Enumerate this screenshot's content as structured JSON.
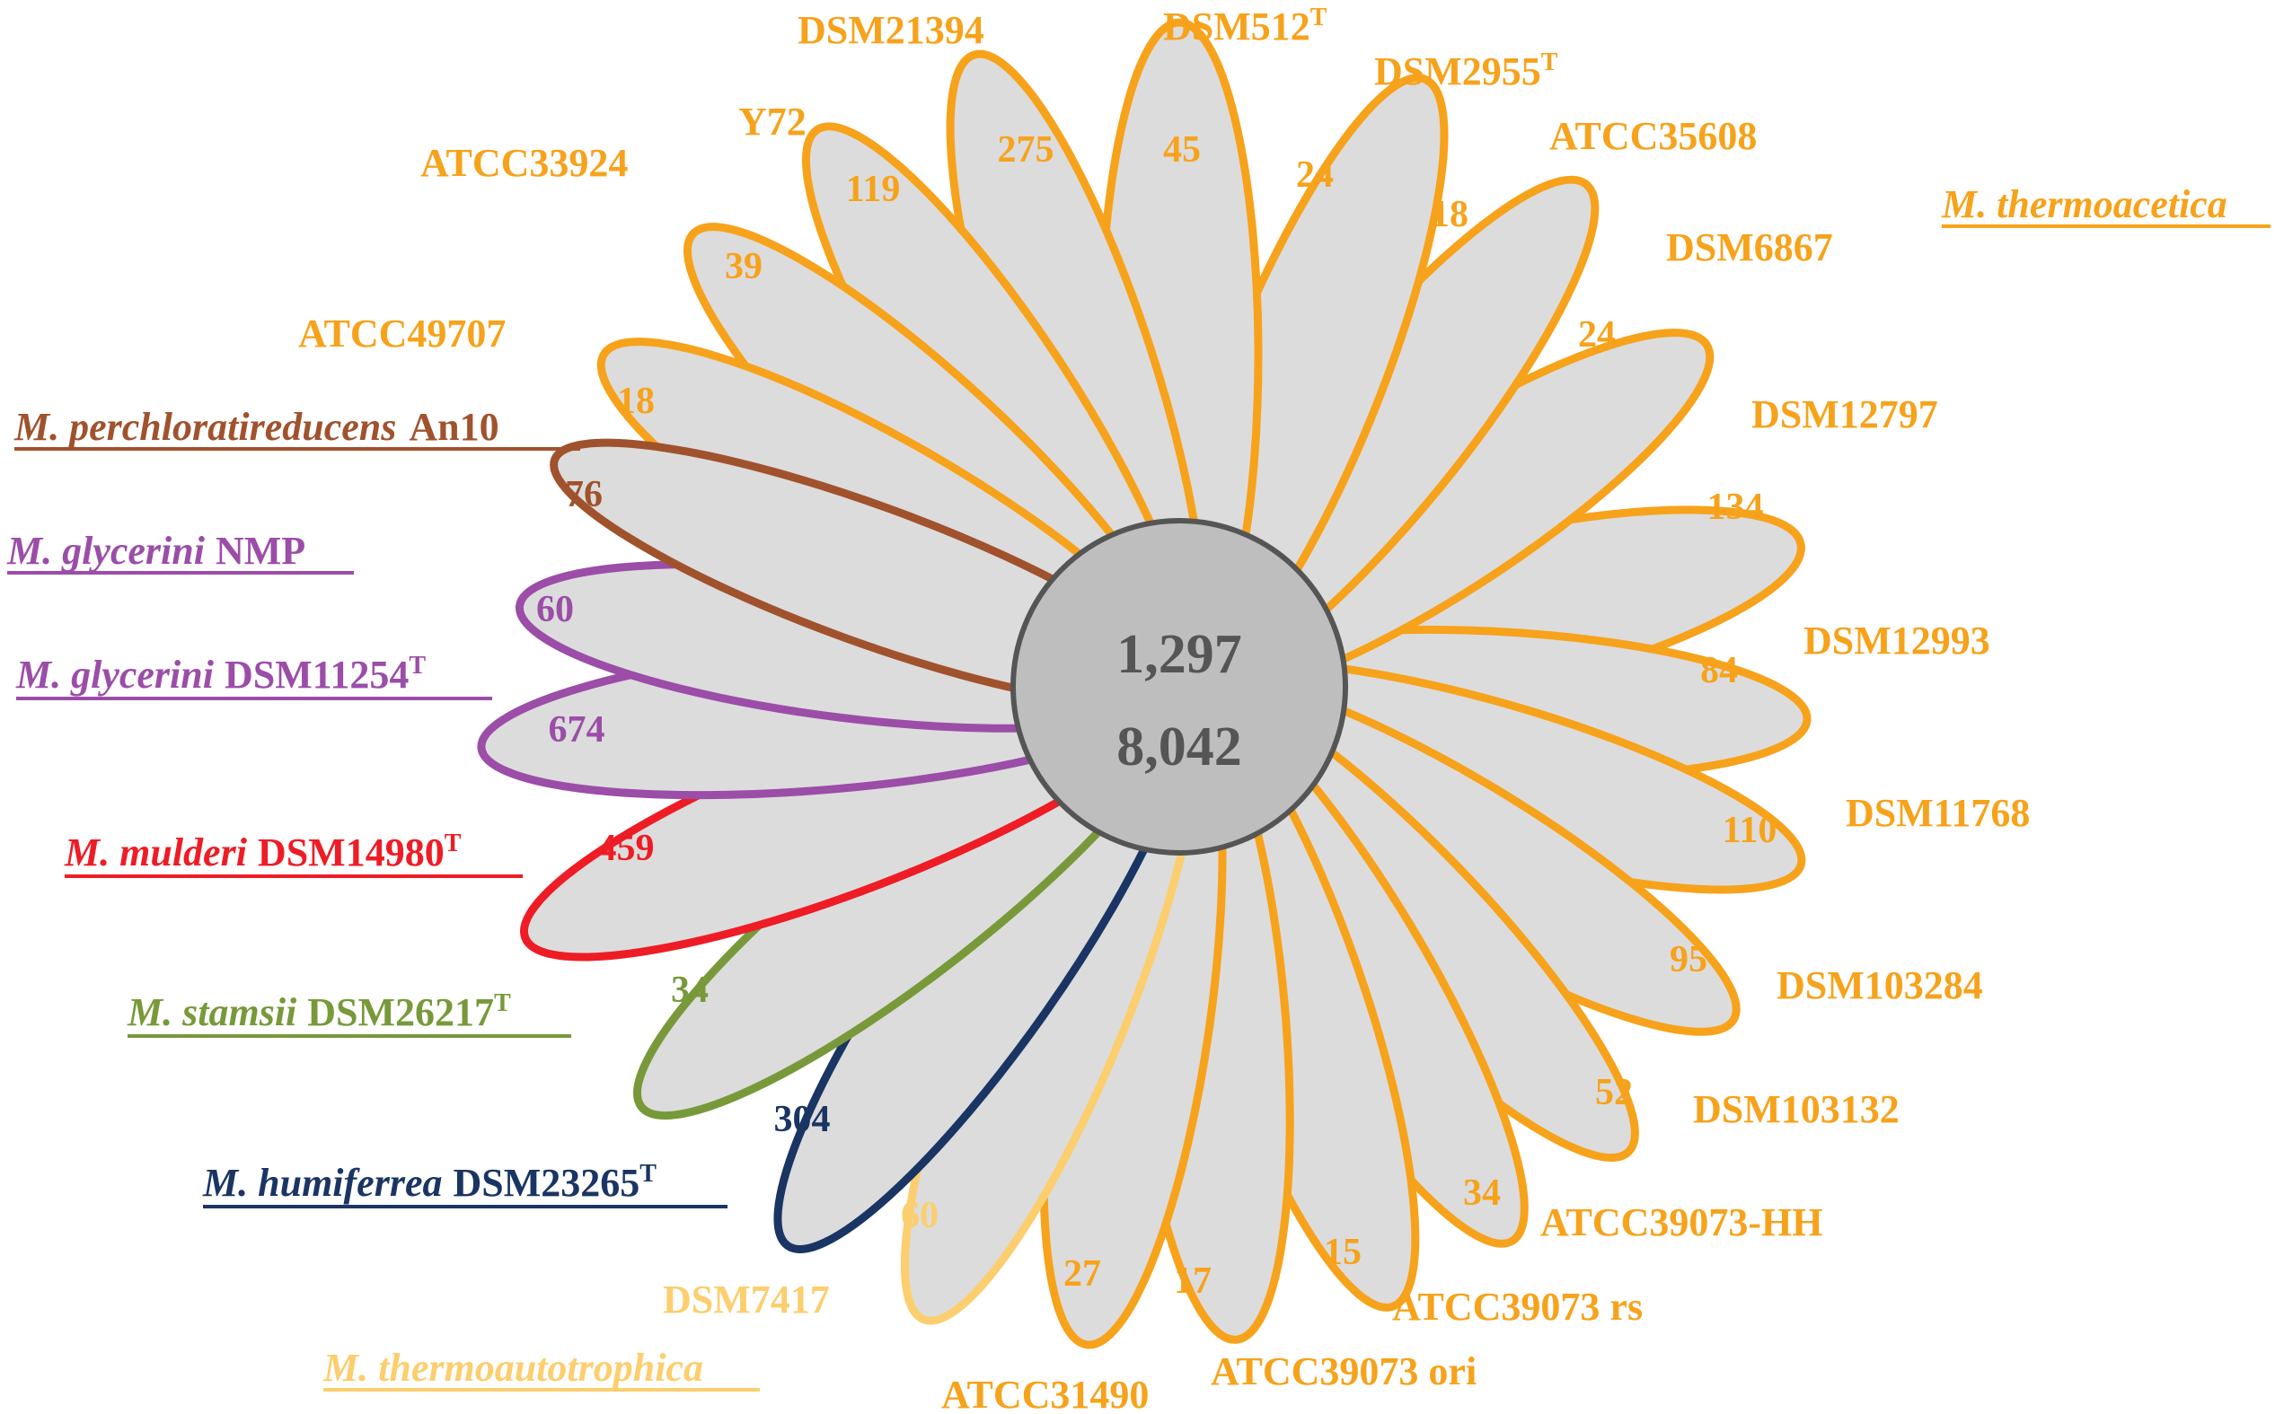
{
  "colors": {
    "thermoacetica": "#F7A21B",
    "thermoautotrophica": "#FCCE6E",
    "perchloratireducens": "#A0522D",
    "glycerini": "#9B4DA8",
    "mulderi": "#EE1C25",
    "stamsii": "#78993A",
    "humiferrea": "#1A3563",
    "petal_fill": "#DCDCDC",
    "core_fill": "#BEBEBE",
    "core_stroke": "#555555",
    "core_text": "#555555"
  },
  "core": {
    "line1": "1,297",
    "line2": "8,042"
  },
  "species_labels": {
    "thermoacetica": "M. thermoacetica",
    "thermoautotrophica": "M. thermoautotrophica",
    "perchloratireducens_species": "M. perchloratireducens",
    "perchloratireducens_strain": "An10",
    "glycerini_nmp_species": "M. glycerini",
    "glycerini_nmp_strain": "NMP",
    "glycerini_dsm_species": "M. glycerini",
    "glycerini_dsm_strain": "DSM11254",
    "glycerini_dsm_sup": "T",
    "mulderi_species": "M. mulderi",
    "mulderi_strain": "DSM14980",
    "mulderi_sup": "T",
    "stamsii_species": "M. stamsii",
    "stamsii_strain": "DSM26217",
    "stamsii_sup": "T",
    "humiferrea_species": "M. humiferrea",
    "humiferrea_strain": "DSM23265",
    "humiferrea_sup": "T"
  },
  "strains": {
    "dsm21394": "DSM21394",
    "dsm512": "DSM512",
    "dsm512_sup": "T",
    "dsm2955": "DSM2955",
    "dsm2955_sup": "T",
    "atcc35608": "ATCC35608",
    "dsm6867": "DSM6867",
    "dsm12797": "DSM12797",
    "dsm12993": "DSM12993",
    "dsm11768": "DSM11768",
    "dsm103284": "DSM103284",
    "dsm103132": "DSM103132",
    "atcc39073hh": "ATCC39073-HH",
    "atcc39073rs": "ATCC39073 rs",
    "atcc39073ori": "ATCC39073 ori",
    "atcc31490": "ATCC31490",
    "dsm7417": "DSM7417",
    "atcc49707": "ATCC49707",
    "atcc33924": "ATCC33924",
    "y72": "Y72"
  },
  "counts": {
    "perchloratireducens": "76",
    "glycerini_nmp": "60",
    "glycerini_dsm": "674",
    "mulderi": "459",
    "stamsii": "34",
    "humiferrea": "304",
    "dsm7417": "60",
    "atcc31490": "27",
    "atcc39073ori": "17",
    "atcc39073rs": "15",
    "atcc39073hh": "34",
    "dsm103132": "52",
    "dsm103284": "95",
    "dsm11768": "110",
    "dsm12993": "84",
    "dsm12797": "134",
    "dsm6867": "24",
    "atcc35608": "18",
    "dsm2955": "24",
    "dsm512": "45",
    "dsm21394": "275",
    "y72": "119",
    "atcc33924": "39",
    "atcc49707": "18"
  }
}
